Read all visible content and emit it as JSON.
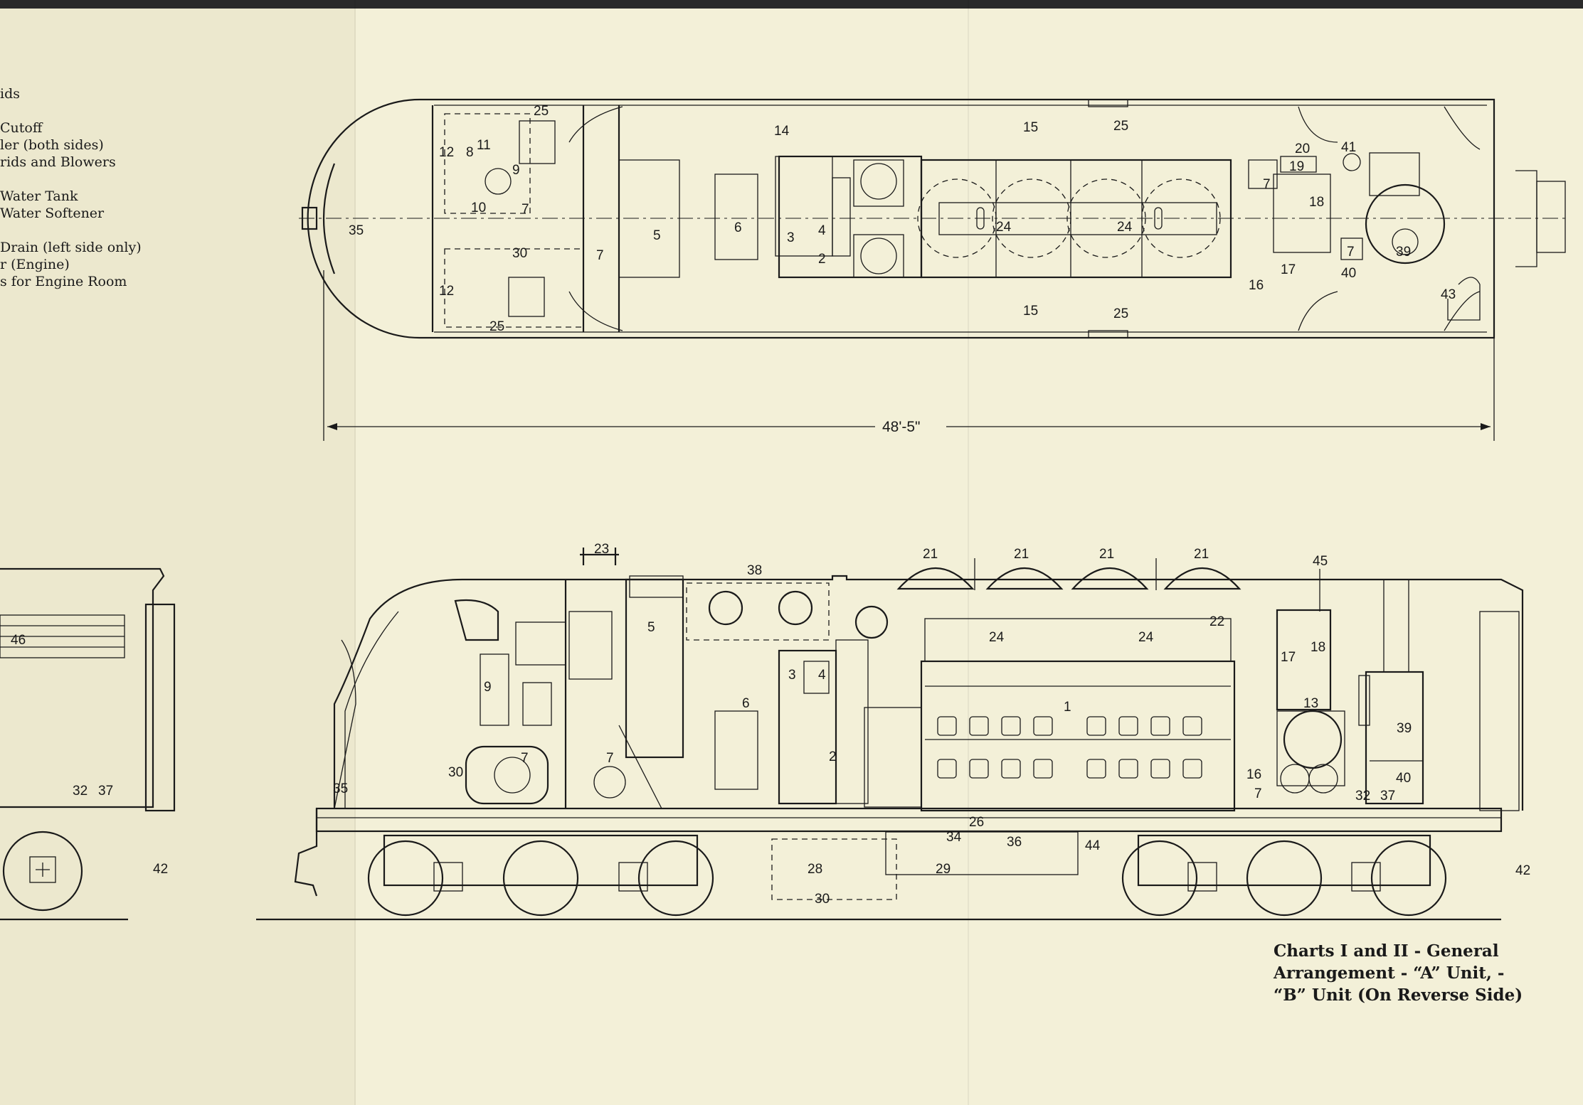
{
  "legend_fragments": [
    "ids",
    "",
    "Cutoff",
    "ler (both sides)",
    "rids and Blowers",
    "",
    "Water Tank",
    "Water Softener",
    "",
    "Drain (left side only)",
    "r (Engine)",
    "s for Engine Room"
  ],
  "dimension": "48'-5\"",
  "caption_lines": [
    "Charts I and II - General",
    "Arrangement - “A” Unit, -",
    "“B” Unit (On Reverse Side)"
  ],
  "plan_labels": [
    "35",
    "12",
    "8",
    "11",
    "25",
    "9",
    "10",
    "7",
    "12",
    "30",
    "25",
    "7",
    "5",
    "6",
    "3",
    "4",
    "2",
    "14",
    "15",
    "25",
    "24",
    "24",
    "15",
    "25",
    "20",
    "41",
    "19",
    "7",
    "18",
    "7",
    "17",
    "16",
    "40",
    "39",
    "43"
  ],
  "elevation_labels": [
    "23",
    "38",
    "21",
    "21",
    "21",
    "21",
    "45",
    "5",
    "24",
    "24",
    "22",
    "18",
    "17",
    "3",
    "4",
    "6",
    "9",
    "1",
    "13",
    "39",
    "2",
    "30",
    "7",
    "7",
    "16",
    "40",
    "7",
    "32",
    "37",
    "35",
    "26",
    "34",
    "36",
    "44",
    "28",
    "29",
    "30",
    "42"
  ],
  "left_unit_labels": [
    "46",
    "32",
    "37",
    "42"
  ]
}
